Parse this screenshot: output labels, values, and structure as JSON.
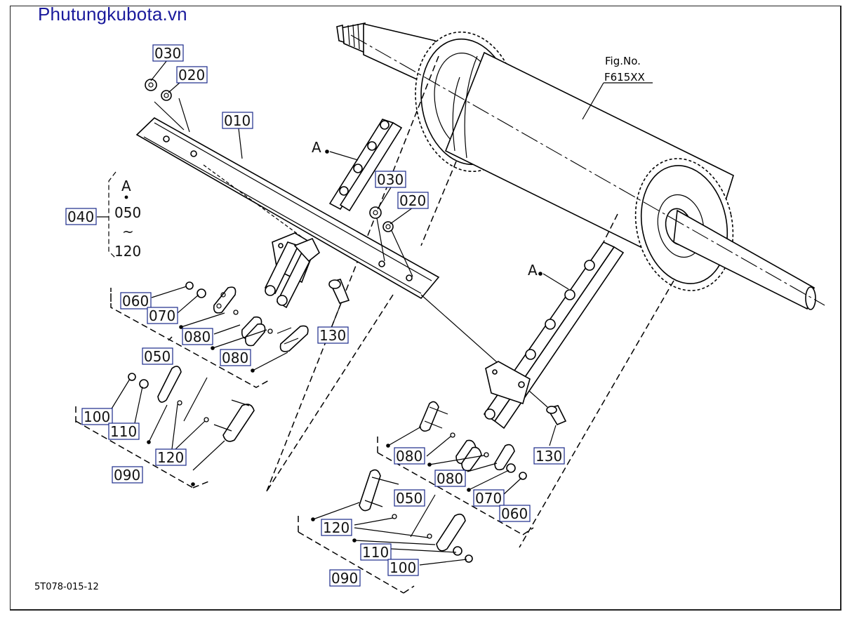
{
  "watermark": "Phutungkubota.vn",
  "figure": {
    "line1": "Fig.No.",
    "line2": "F615XX"
  },
  "drawing_code": "5T078-015-12",
  "group_range": {
    "top": "A",
    "dot": "•",
    "mid": "050",
    "tilde": "~",
    "bottom": "120"
  },
  "callouts": {
    "c030a": "030",
    "c020a": "020",
    "c010": "010",
    "c030b": "030",
    "c020b": "020",
    "c040": "040",
    "c060a": "060",
    "c070a": "070",
    "c080a": "080",
    "c080b": "080",
    "c130a": "130",
    "c050a": "050",
    "c100a": "100",
    "c110a": "110",
    "c120a": "120",
    "c090a": "090",
    "c080c": "080",
    "c080d": "080",
    "c130b": "130",
    "c070b": "070",
    "c060b": "060",
    "c050b": "050",
    "c120b": "120",
    "c110b": "110",
    "c100b": "100",
    "c090b": "090"
  },
  "refs": {
    "a1": "A",
    "a2": "A"
  }
}
